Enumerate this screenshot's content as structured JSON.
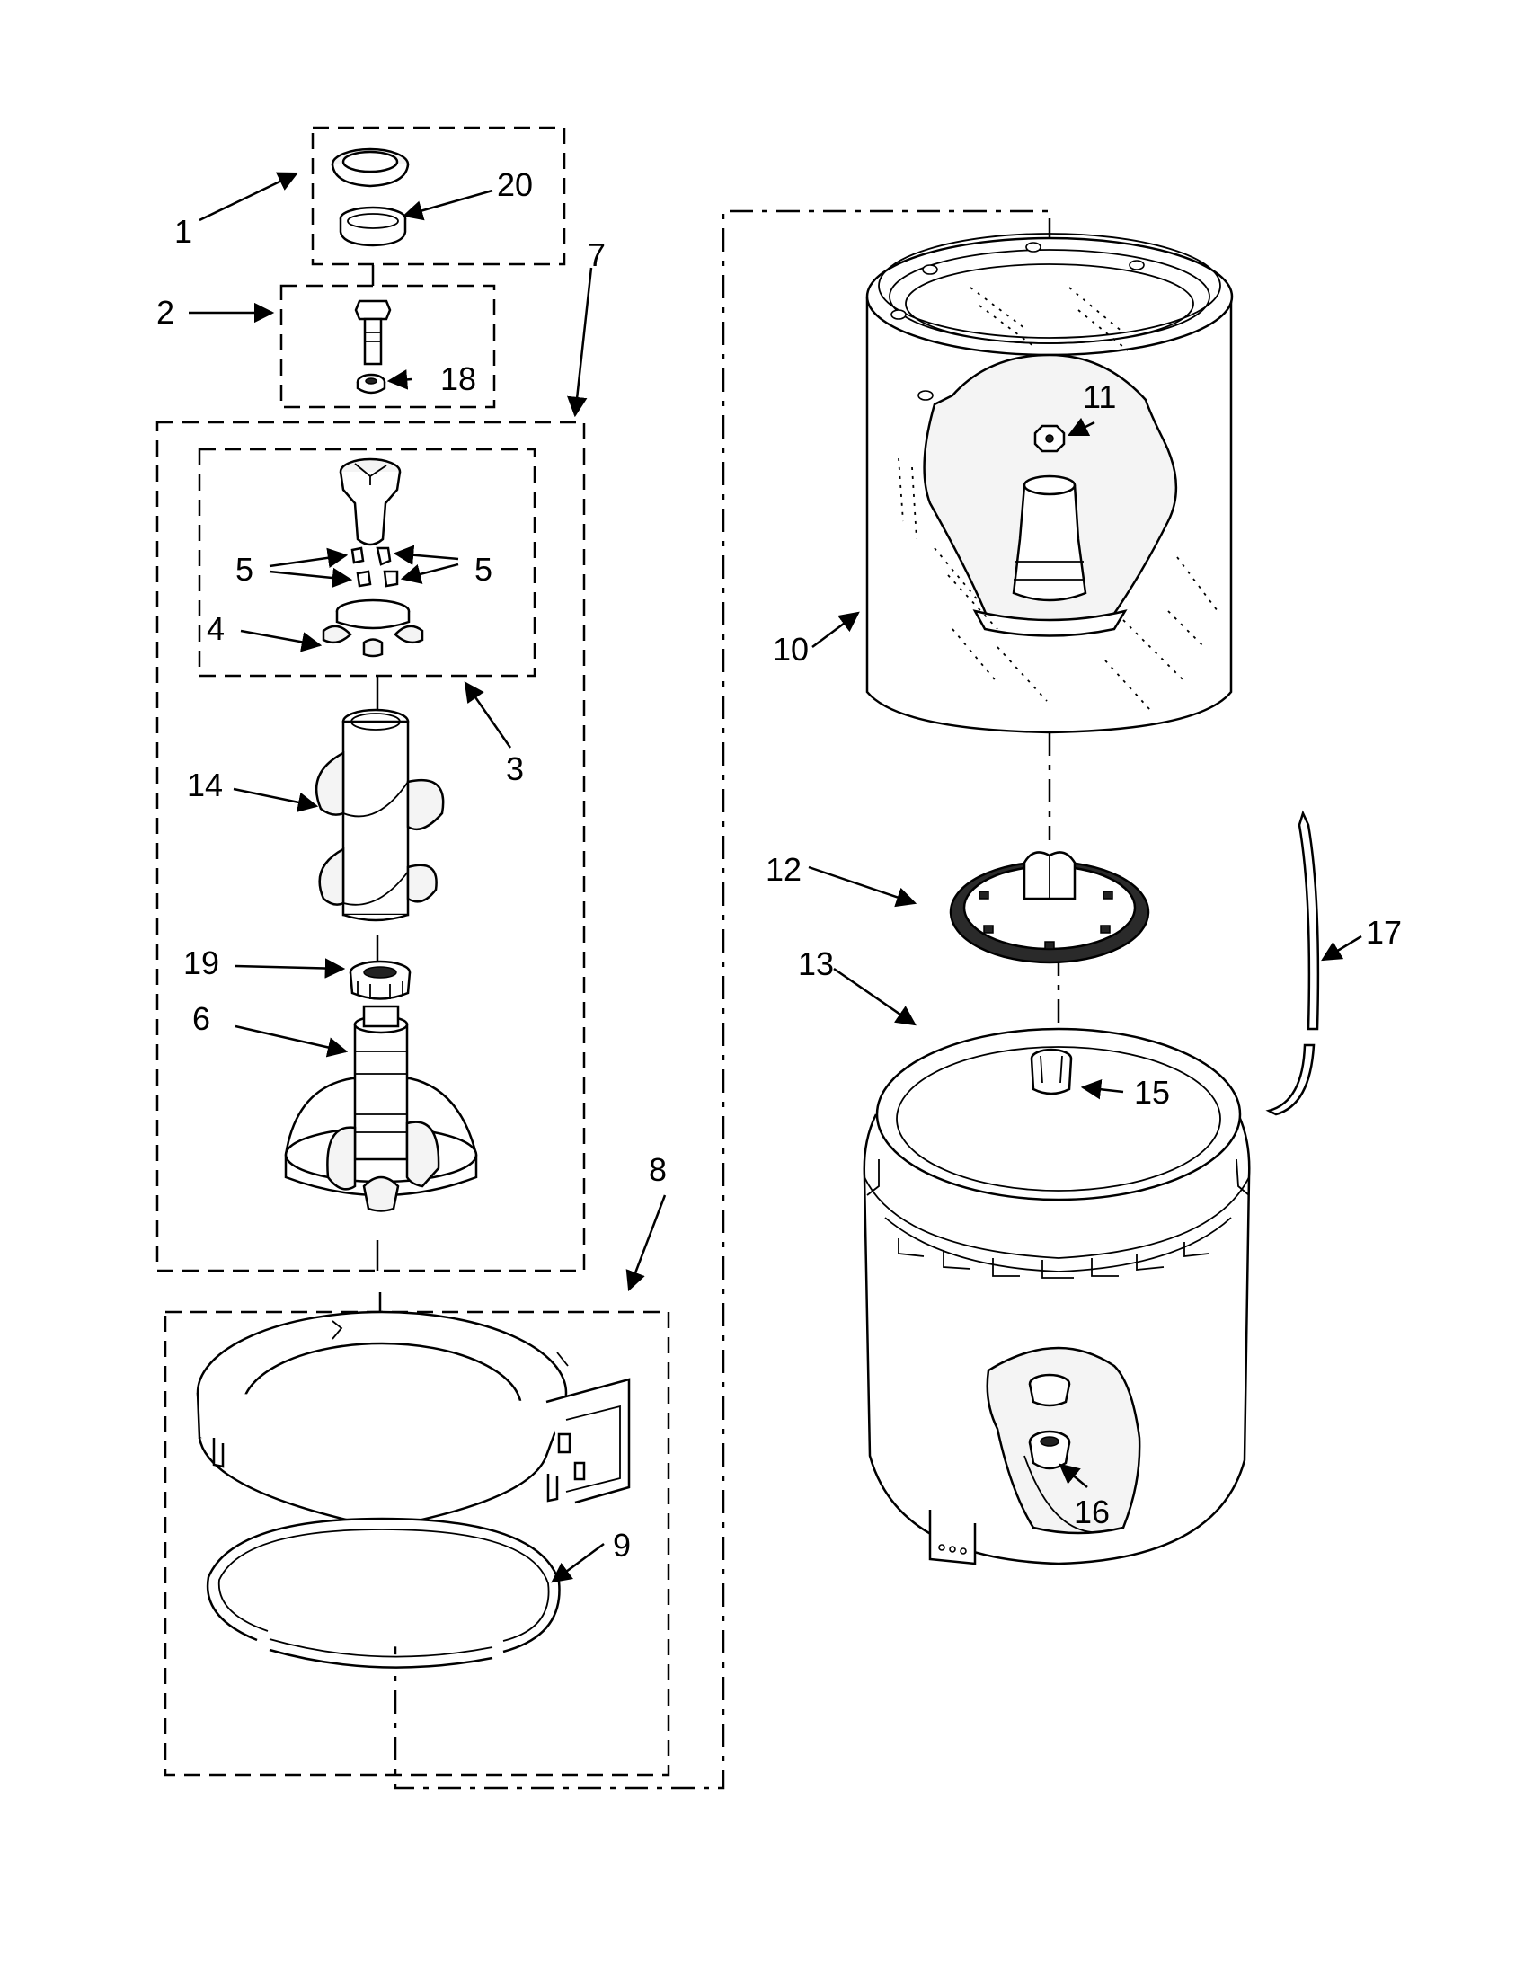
{
  "callouts": {
    "c1": "1",
    "c2": "2",
    "c3": "3",
    "c4": "4",
    "c5a": "5",
    "c5b": "5",
    "c6": "6",
    "c7": "7",
    "c8": "8",
    "c9": "9",
    "c10": "10",
    "c11": "11",
    "c12": "12",
    "c13": "13",
    "c14": "14",
    "c15": "15",
    "c16": "16",
    "c17": "17",
    "c18": "18",
    "c19": "19",
    "c20": "20"
  }
}
